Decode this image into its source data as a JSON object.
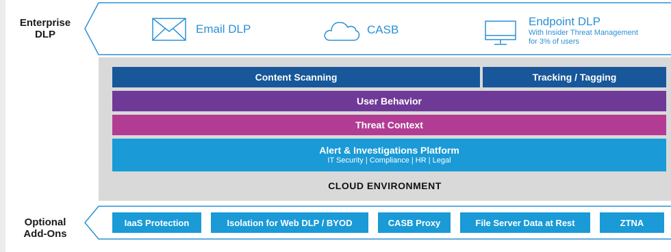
{
  "colors": {
    "outline": "#2a8fd6",
    "dark_blue": "#17579a",
    "purple": "#6f3a97",
    "magenta": "#b23c93",
    "light_blue": "#1a9ad6",
    "gray": "#d9d9d9"
  },
  "enterprise": {
    "label_line1": "Enterprise",
    "label_line2": "DLP",
    "email": {
      "icon": "envelope-icon",
      "label": "Email DLP"
    },
    "casb": {
      "icon": "cloud-icon",
      "label": "CASB"
    },
    "endpoint": {
      "icon": "monitor-icon",
      "label": "Endpoint DLP",
      "sub1": "With Insider Threat Management",
      "sub2": "for 3% of users"
    }
  },
  "platform": {
    "content_scanning": "Content Scanning",
    "tracking_tagging": "Tracking / Tagging",
    "user_behavior": "User Behavior",
    "threat_context": "Threat Context",
    "alert_title": "Alert & Investigations Platform",
    "alert_sub": "IT Security | Compliance | HR | Legal",
    "cloud_environment": "CLOUD ENVIRONMENT"
  },
  "addons": {
    "label_line1": "Optional",
    "label_line2": "Add-Ons",
    "items": [
      "IaaS Protection",
      "Isolation for Web DLP / BYOD",
      "CASB Proxy",
      "File Server Data at Rest",
      "ZTNA"
    ]
  }
}
